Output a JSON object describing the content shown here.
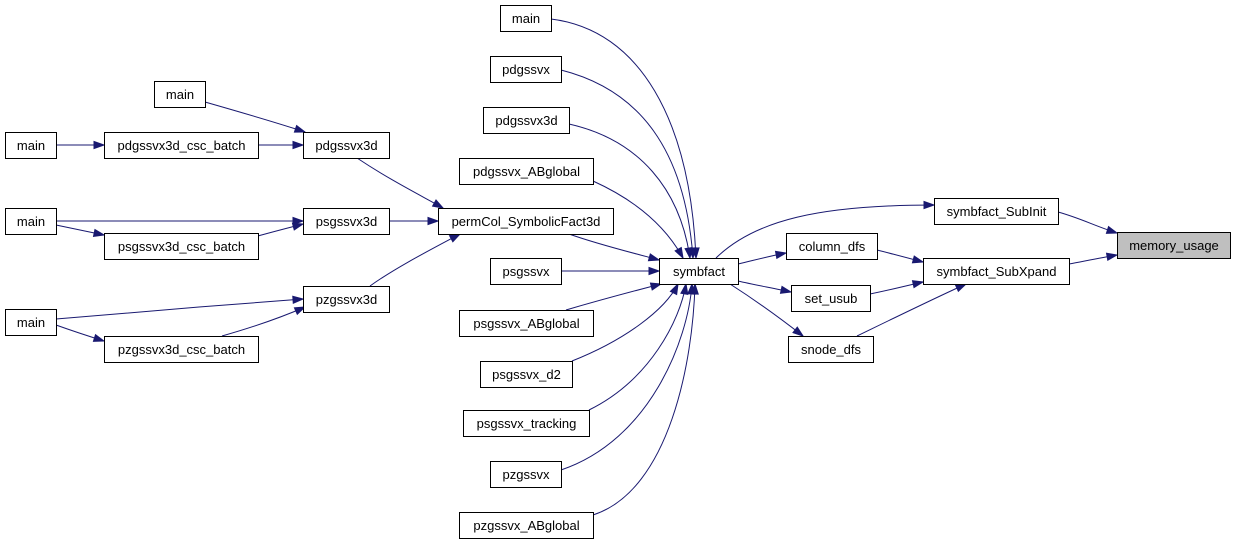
{
  "diagram": {
    "colors": {
      "edge": "#191970",
      "node_border": "#000000",
      "node_fill": "#ffffff",
      "highlight_fill": "#bfbfbf"
    },
    "nodes": [
      {
        "id": "memory_usage",
        "label": "memory_usage",
        "highlight": true
      },
      {
        "id": "symbfact_SubInit",
        "label": "symbfact_SubInit"
      },
      {
        "id": "symbfact_SubXpand",
        "label": "symbfact_SubXpand"
      },
      {
        "id": "column_dfs",
        "label": "column_dfs"
      },
      {
        "id": "set_usub",
        "label": "set_usub"
      },
      {
        "id": "snode_dfs",
        "label": "snode_dfs"
      },
      {
        "id": "symbfact",
        "label": "symbfact"
      },
      {
        "id": "main_a",
        "label": "main"
      },
      {
        "id": "pdgssvx",
        "label": "pdgssvx"
      },
      {
        "id": "pdgssvx3d_r",
        "label": "pdgssvx3d"
      },
      {
        "id": "pdgssvx_ABglobal",
        "label": "pdgssvx_ABglobal"
      },
      {
        "id": "permCol_SymbolicFact3d",
        "label": "permCol_SymbolicFact3d"
      },
      {
        "id": "psgssvx",
        "label": "psgssvx"
      },
      {
        "id": "psgssvx_ABglobal",
        "label": "psgssvx_ABglobal"
      },
      {
        "id": "psgssvx_d2",
        "label": "psgssvx_d2"
      },
      {
        "id": "psgssvx_tracking",
        "label": "psgssvx_tracking"
      },
      {
        "id": "pzgssvx",
        "label": "pzgssvx"
      },
      {
        "id": "pzgssvx_ABglobal",
        "label": "pzgssvx_ABglobal"
      },
      {
        "id": "pdgssvx3d_l",
        "label": "pdgssvx3d"
      },
      {
        "id": "psgssvx3d",
        "label": "psgssvx3d"
      },
      {
        "id": "pzgssvx3d",
        "label": "pzgssvx3d"
      },
      {
        "id": "main_b",
        "label": "main"
      },
      {
        "id": "pdgssvx3d_csc_batch",
        "label": "pdgssvx3d_csc_batch"
      },
      {
        "id": "psgssvx3d_csc_batch",
        "label": "psgssvx3d_csc_batch"
      },
      {
        "id": "pzgssvx3d_csc_batch",
        "label": "pzgssvx3d_csc_batch"
      },
      {
        "id": "main_c",
        "label": "main"
      },
      {
        "id": "main_d",
        "label": "main"
      },
      {
        "id": "main_e",
        "label": "main"
      }
    ]
  }
}
